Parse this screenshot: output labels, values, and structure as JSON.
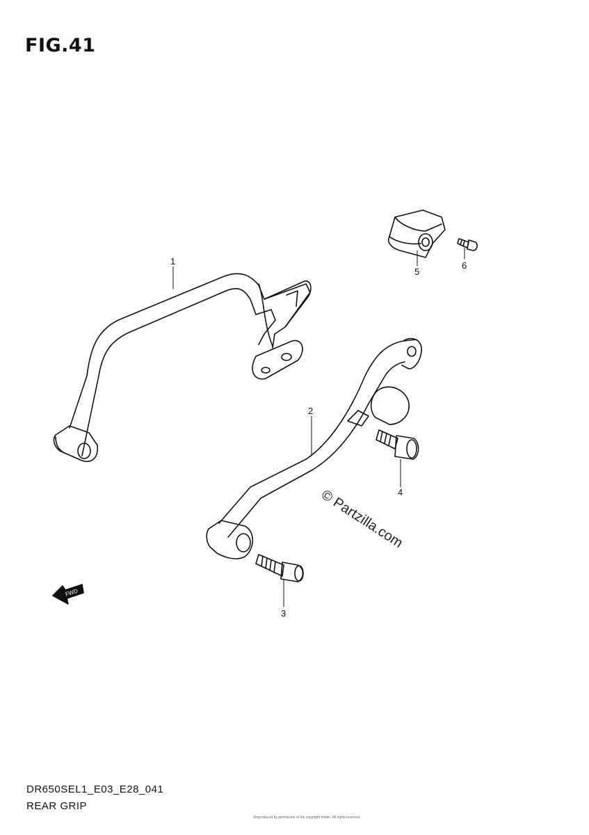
{
  "figure": {
    "title": "FIG.41"
  },
  "callouts": [
    {
      "id": "1",
      "label": "1"
    },
    {
      "id": "2",
      "label": "2"
    },
    {
      "id": "3",
      "label": "3"
    },
    {
      "id": "4",
      "label": "4"
    },
    {
      "id": "5",
      "label": "5"
    },
    {
      "id": "6",
      "label": "6"
    }
  ],
  "fwd_arrow": {
    "label": "FWD"
  },
  "watermark": {
    "text": "© Partzilla.com"
  },
  "footer": {
    "code": "DR650SEL1_E03_E28_041",
    "name": "REAR GRIP",
    "copyright": "Reproduced by permission of the copyright holder. All rights reserved."
  }
}
